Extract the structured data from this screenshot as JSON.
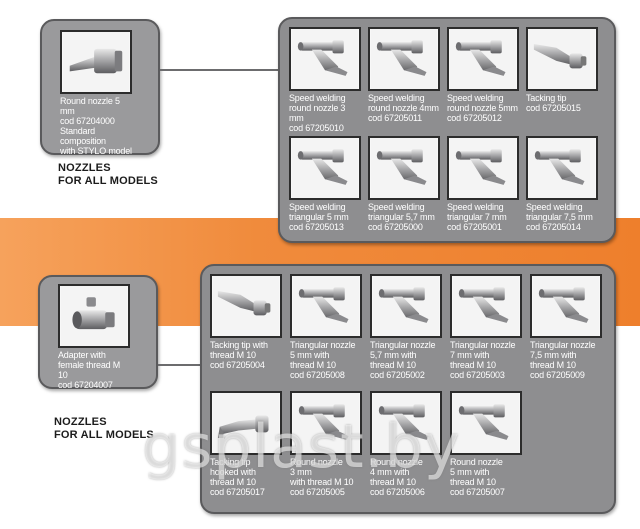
{
  "heading_top": "NOZZLES\nFOR ALL MODELS",
  "heading_bottom": "NOZZLES\nFOR ALL MODELS",
  "watermark": "gsplast.by",
  "top_single": {
    "caption": "Round nozzle 5 mm\ncod 67204000\nStandard composition\nwith STYLO model",
    "icon": "round-nozzle"
  },
  "top_items": [
    {
      "caption": "Speed welding\nround nozzle 3 mm\ncod 67205010",
      "icon": "speed-nozzle"
    },
    {
      "caption": "Speed welding\nround nozzle 4mm\ncod 67205011",
      "icon": "speed-nozzle"
    },
    {
      "caption": "Speed welding\nround nozzle 5mm\ncod 67205012",
      "icon": "speed-nozzle"
    },
    {
      "caption": "Tacking tip\ncod 67205015",
      "icon": "tacking-tip"
    },
    {
      "caption": "Speed welding\ntriangular 5 mm\ncod 67205013",
      "icon": "speed-nozzle"
    },
    {
      "caption": "Speed welding\ntriangular 5,7 mm\ncod 67205000",
      "icon": "speed-nozzle"
    },
    {
      "caption": "Speed welding\ntriangular 7 mm\ncod 67205001",
      "icon": "speed-nozzle"
    },
    {
      "caption": "Speed welding\ntriangular 7,5 mm\ncod 67205014",
      "icon": "speed-nozzle"
    }
  ],
  "bottom_single": {
    "caption": "Adapter with\nfemale thread M 10\ncod 67204007",
    "icon": "adapter"
  },
  "bottom_items": [
    {
      "caption": "Tacking tip with\nthread M 10\ncod 67205004",
      "icon": "tacking-tip"
    },
    {
      "caption": "Triangular nozzle\n5 mm with\nthread M 10\ncod 67205008",
      "icon": "speed-nozzle"
    },
    {
      "caption": "Triangular nozzle\n5,7 mm with\nthread M 10\ncod 67205002",
      "icon": "speed-nozzle"
    },
    {
      "caption": "Triangular nozzle\n7 mm with\nthread M 10\ncod 67205003",
      "icon": "speed-nozzle"
    },
    {
      "caption": "Triangular nozzle\n7,5 mm with\nthread M 10\ncod 67205009",
      "icon": "speed-nozzle"
    },
    {
      "caption": "Tacking tip\nhooked with\nthread M 10\ncod 67205017",
      "icon": "hooked-tip"
    },
    {
      "caption": "Round nozzle\n3 mm\nwith thread M 10\ncod 67205005",
      "icon": "speed-nozzle"
    },
    {
      "caption": "Round nozzle\n4 mm with\nthread M 10\ncod 67205006",
      "icon": "speed-nozzle"
    },
    {
      "caption": "Round nozzle\n5 mm with\nthread M 10\ncod 67205007",
      "icon": "speed-nozzle"
    }
  ]
}
